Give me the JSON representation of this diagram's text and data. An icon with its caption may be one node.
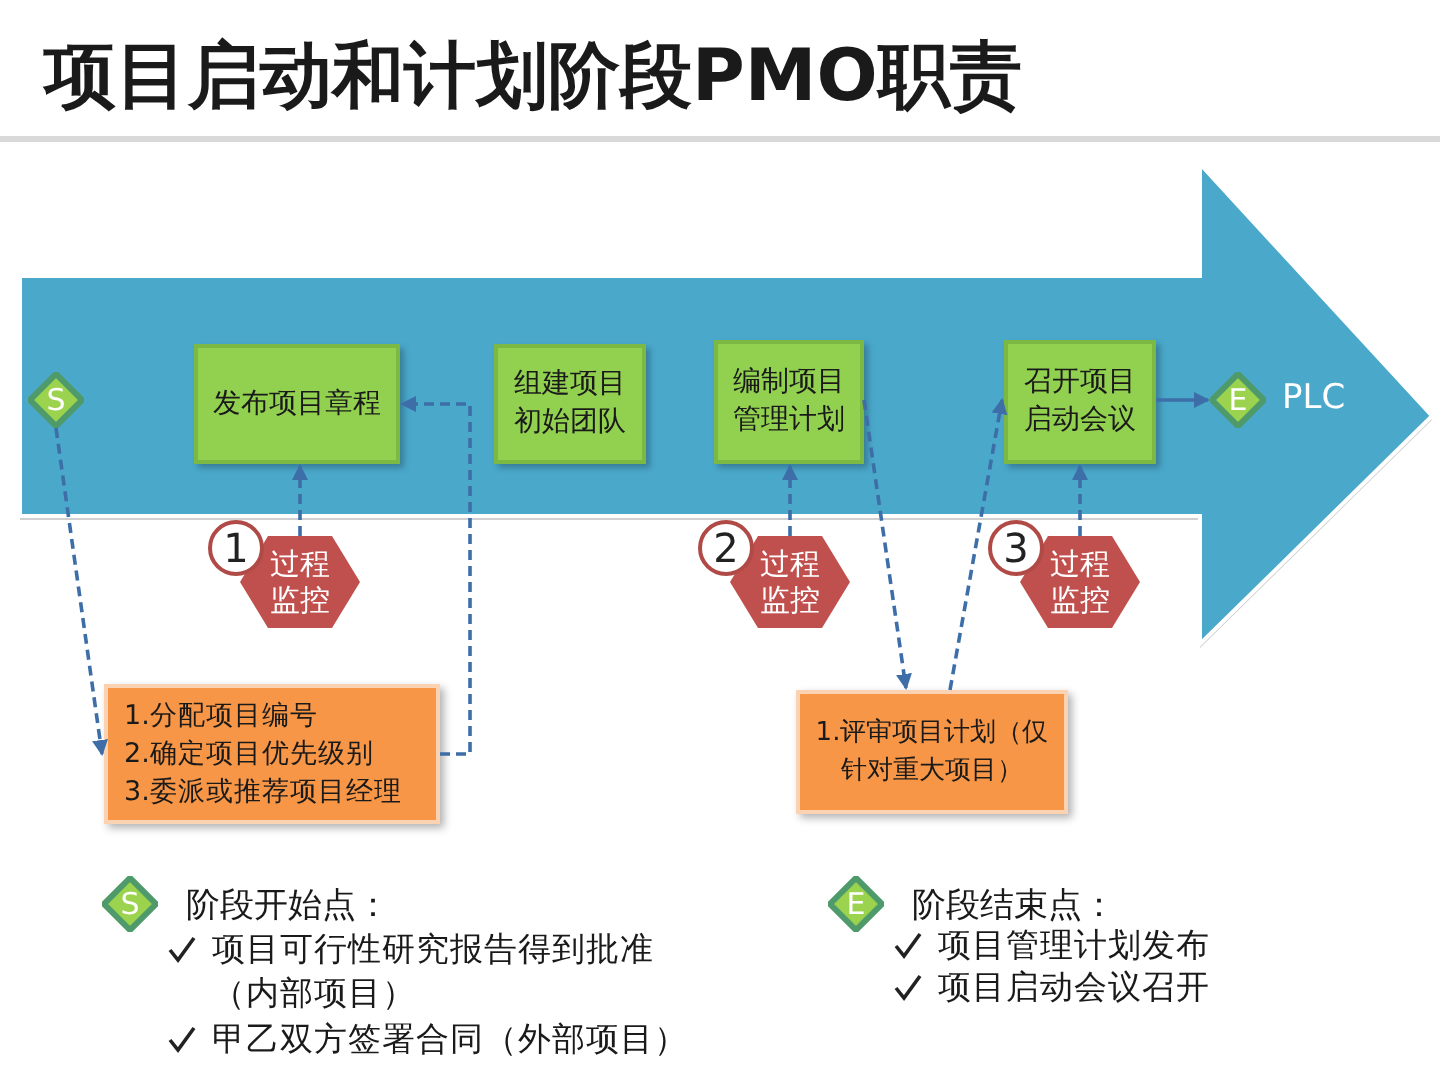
{
  "diagram": {
    "title": "项目启动和计划阶段PMO职责",
    "nodes": [
      {
        "text": [],
        "shape": "arrow"
      },
      {
        "text": [
          "S"
        ],
        "in": 0
      },
      {
        "text": [
          "发布项目章程"
        ],
        "in": 0
      },
      {
        "text": [
          "组建项目初始团队"
        ],
        "in": 0
      },
      {
        "text": [
          "编制项目管理计划"
        ],
        "in": 0
      },
      {
        "text": [
          "召开项目启动会议"
        ],
        "in": 0
      },
      {
        "text": [
          "E"
        ],
        "in": 0,
        "beside": [
          "PLC"
        ]
      },
      {
        "text": [
          "过程监控"
        ],
        "beside": [
          "1"
        ]
      },
      {
        "text": [
          "过程监控"
        ],
        "beside": [
          "2"
        ]
      },
      {
        "text": [
          "过程监控"
        ],
        "beside": [
          "3"
        ]
      },
      {
        "text": [
          "1.分配项目编号",
          "2.确定项目优先级别",
          "3.委派或推荐项目经理"
        ]
      },
      {
        "text": [
          "1.评审项目计划（仅针对重大项目）"
        ]
      },
      {
        "text": [
          "S"
        ],
        "beside": [
          "阶段开始点："
        ]
      },
      {
        "text": [
          "E"
        ],
        "beside": [
          "阶段结束点："
        ]
      }
    ],
    "edges": [
      {
        "from": 1,
        "to": 10,
        "arrow": "to",
        "style": "dashed"
      },
      {
        "from": 10,
        "to": 2,
        "arrow": "to",
        "style": "dashed"
      },
      {
        "from": 7,
        "to": 2,
        "arrow": "to",
        "style": "dashed"
      },
      {
        "from": 8,
        "to": 4,
        "arrow": "to",
        "style": "dashed"
      },
      {
        "from": 4,
        "to": 11,
        "arrow": "to",
        "style": "dashed"
      },
      {
        "from": 11,
        "to": 5,
        "arrow": "to",
        "style": "dashed"
      },
      {
        "from": 9,
        "to": 5,
        "arrow": "to",
        "style": "dashed"
      },
      {
        "from": 5,
        "to": 6,
        "arrow": "to"
      }
    ],
    "labels": [
      "项目可行性研究报告得到批准（内部项目）",
      "甲乙双方签署合同（外部项目）",
      "项目管理计划发布",
      "项目启动会议召开"
    ]
  }
}
